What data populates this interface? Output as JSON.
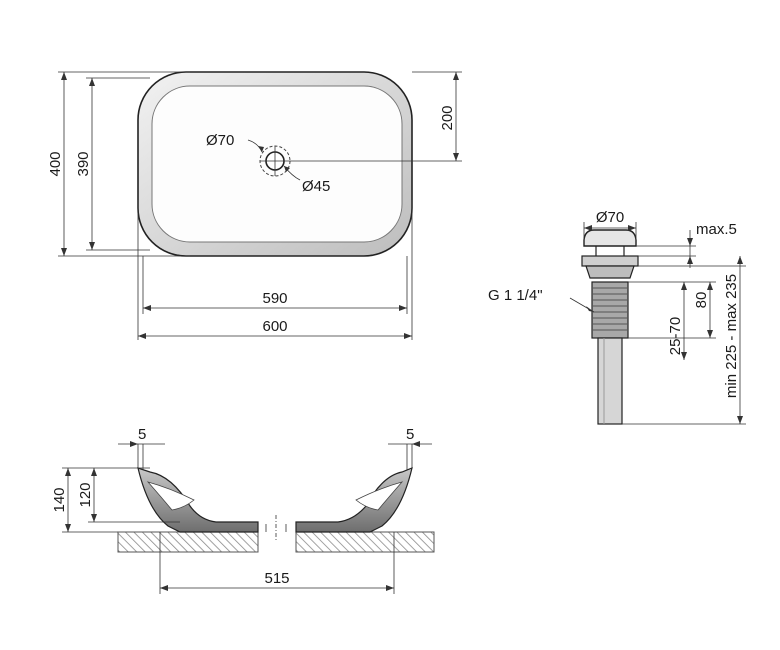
{
  "top_view": {
    "dims": {
      "outer_length": "600",
      "inner_length": "590",
      "outer_width": "400",
      "inner_width": "390",
      "drain_offset": "200",
      "drain_outer_dia": "Ø70",
      "drain_inner_dia": "Ø45"
    }
  },
  "side_view": {
    "dims": {
      "height_total": "140",
      "height_inner": "120",
      "rim_left": "5",
      "rim_right": "5",
      "base_width": "515"
    }
  },
  "drain_detail": {
    "dims": {
      "cap_dia": "Ø70",
      "cap_gap": "max.5",
      "thread": "G 1 1/4\"",
      "thread_length": "80",
      "adjust_range": "25-70",
      "total_length": "min 225 - max 235"
    }
  },
  "colors": {
    "line": "#333333",
    "sink_fill": "#8a8a8a",
    "counter_hatch": "#9a9a9a"
  }
}
